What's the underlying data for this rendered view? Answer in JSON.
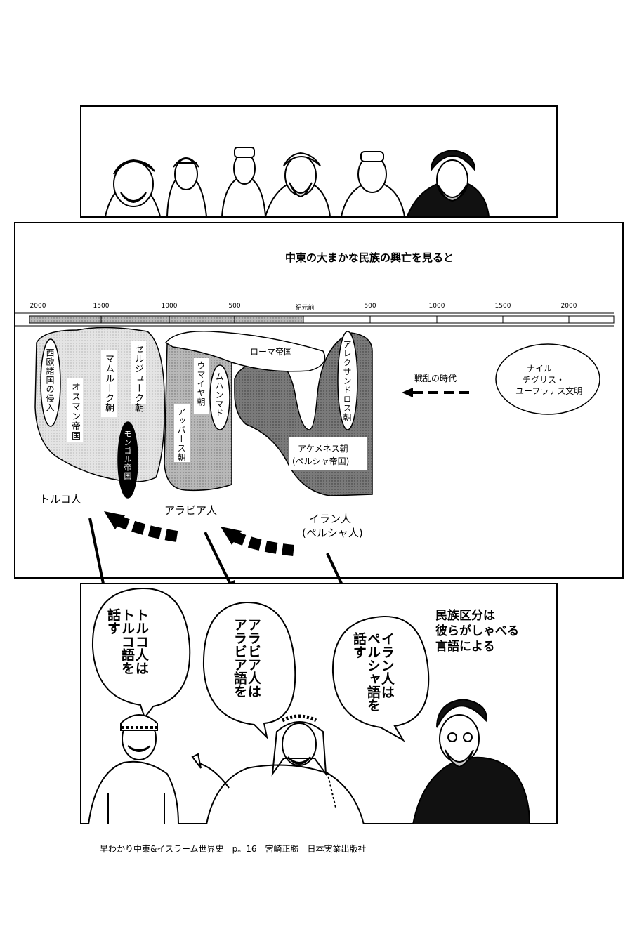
{
  "diagram": {
    "title": "中東の大まかな民族の興亡を見ると",
    "timeline_ticks": [
      "2000",
      "1500",
      "1000",
      "500",
      "紀元前",
      "500",
      "1000",
      "1500",
      "2000"
    ],
    "regions": {
      "west_invasion": "西欧諸国の侵入",
      "ottoman": "オスマン帝国",
      "mamluk": "マムルーク朝",
      "seljuk": "セルジューク朝",
      "mongol": "モンゴル帝国",
      "umayyad": "ウマイヤ朝",
      "muhammad": "ムハンマド",
      "abbasid": "アッバース朝",
      "rome": "ローマ帝国",
      "alexander": "アレクサンドロス朝",
      "achaemenid_1": "アケメネス朝",
      "achaemenid_2": "(ペルシャ帝国)",
      "war_era": "戦乱の時代",
      "civ_1": "ナイル",
      "civ_2": "チグリス・",
      "civ_3": "ユーフラテス文明"
    },
    "peoples": {
      "turk": "トルコ人",
      "arab": "アラビア人",
      "iran_1": "イラン人",
      "iran_2": "(ペルシャ人)"
    }
  },
  "bubbles": {
    "turk": [
      "トルコ人は",
      "トルコ語を",
      "話す"
    ],
    "arab": [
      "アラビア人は",
      "アラビア語を"
    ],
    "iran": [
      "イラン人は",
      "ペルシャ語を",
      "話す"
    ]
  },
  "caption": [
    "民族区分は",
    "彼らがしゃべる",
    "言語による"
  ],
  "citation": "早わかり中東&イスラーム世界史　p。16　宮崎正勝　日本実業出版社"
}
